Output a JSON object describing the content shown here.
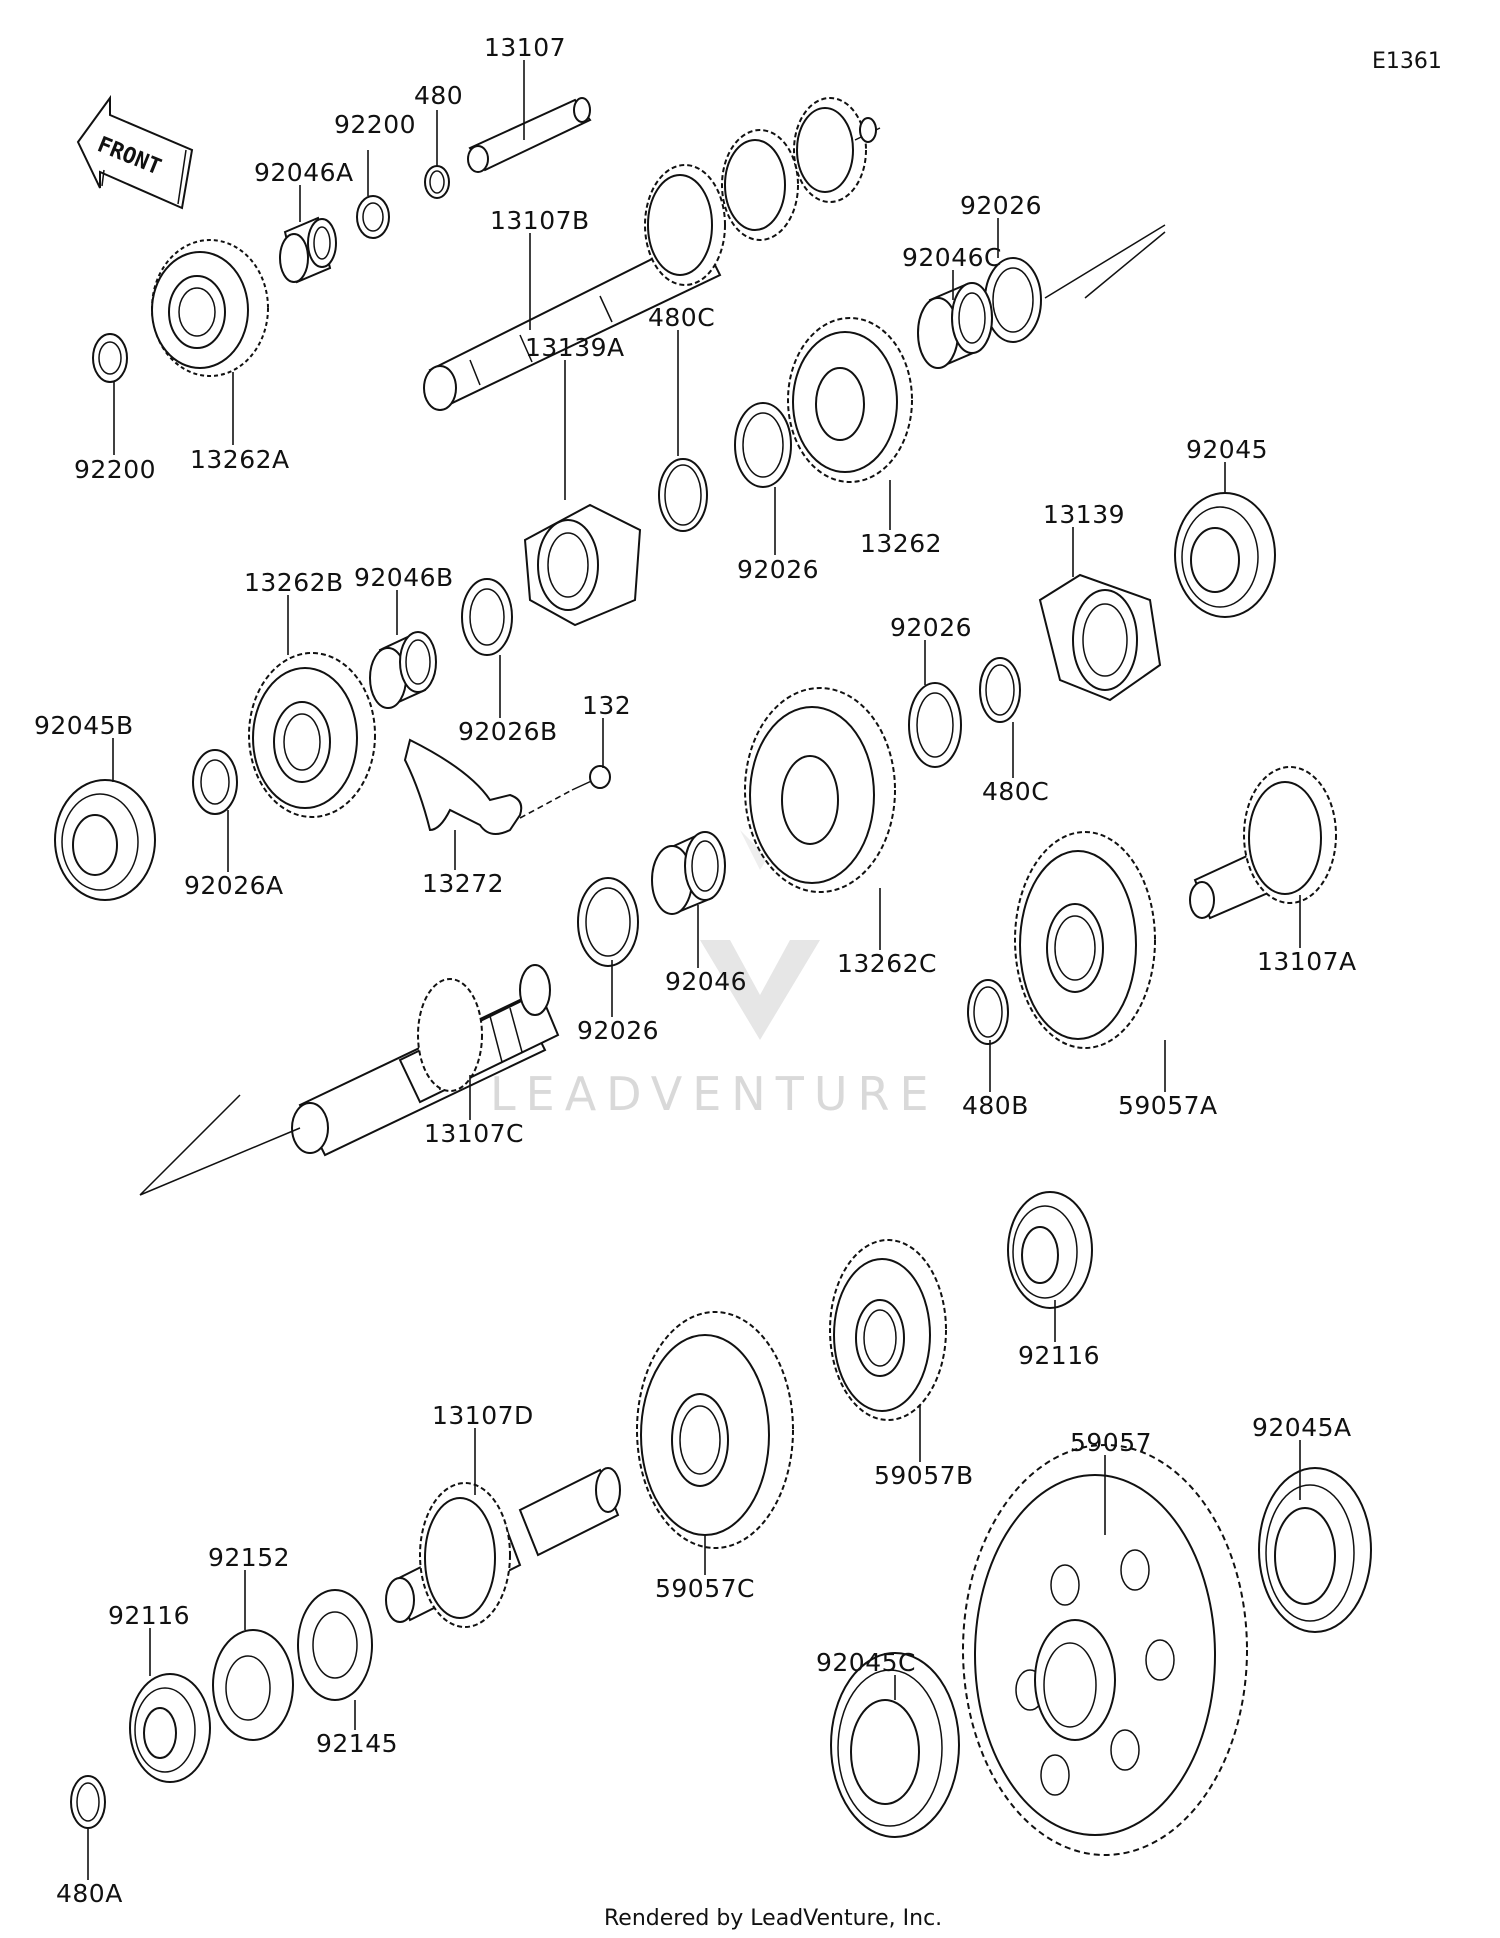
{
  "diagram_id": "E1361",
  "front_label": "FRONT",
  "watermark": "LEADVENTURE",
  "footer": "Rendered by LeadVenture, Inc.",
  "parts": [
    {
      "ref": "13107"
    },
    {
      "ref": "480"
    },
    {
      "ref": "92200"
    },
    {
      "ref": "92046A"
    },
    {
      "ref": "13107B"
    },
    {
      "ref": "92026"
    },
    {
      "ref": "92046C"
    },
    {
      "ref": "92200"
    },
    {
      "ref": "13262A"
    },
    {
      "ref": "480C"
    },
    {
      "ref": "13139A"
    },
    {
      "ref": "13262"
    },
    {
      "ref": "92026"
    },
    {
      "ref": "92045"
    },
    {
      "ref": "13139"
    },
    {
      "ref": "13262B"
    },
    {
      "ref": "92046B"
    },
    {
      "ref": "92026"
    },
    {
      "ref": "92026B"
    },
    {
      "ref": "132"
    },
    {
      "ref": "92045B"
    },
    {
      "ref": "480C"
    },
    {
      "ref": "92026A"
    },
    {
      "ref": "13272"
    },
    {
      "ref": "13107A"
    },
    {
      "ref": "13262C"
    },
    {
      "ref": "92046"
    },
    {
      "ref": "92026"
    },
    {
      "ref": "480B"
    },
    {
      "ref": "59057A"
    },
    {
      "ref": "13107C"
    },
    {
      "ref": "92116"
    },
    {
      "ref": "59057B"
    },
    {
      "ref": "13107D"
    },
    {
      "ref": "59057"
    },
    {
      "ref": "92045A"
    },
    {
      "ref": "92152"
    },
    {
      "ref": "59057C"
    },
    {
      "ref": "92116"
    },
    {
      "ref": "92045C"
    },
    {
      "ref": "92145"
    },
    {
      "ref": "480A"
    }
  ]
}
